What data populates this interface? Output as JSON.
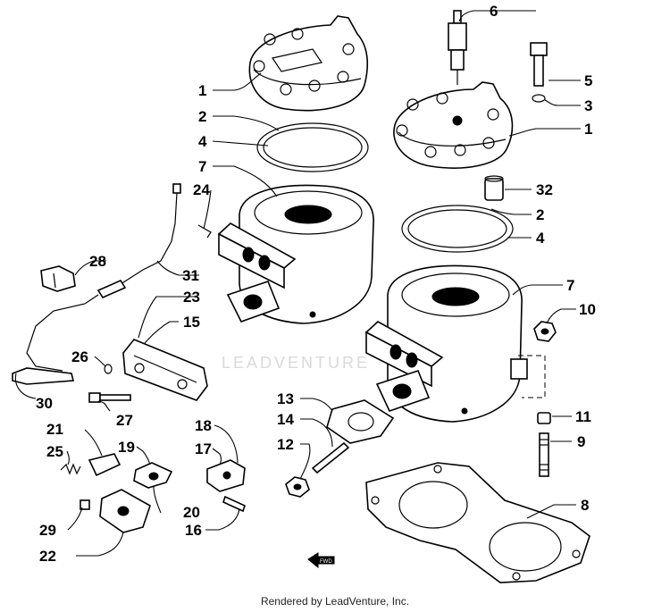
{
  "watermark": "LEADVENTURE",
  "footer": "Rendered by LeadVenture, Inc.",
  "fwd_label": "FWD",
  "callouts": {
    "c1a": "1",
    "c1b": "1",
    "c2a": "2",
    "c2b": "2",
    "c3": "3",
    "c4a": "4",
    "c4b": "4",
    "c5": "5",
    "c6": "6",
    "c7a": "7",
    "c7b": "7",
    "c8": "8",
    "c9": "9",
    "c10": "10",
    "c11": "11",
    "c12": "12",
    "c13": "13",
    "c14": "14",
    "c15": "15",
    "c16": "16",
    "c17": "17",
    "c18": "18",
    "c19": "19",
    "c20": "20",
    "c21": "21",
    "c22": "22",
    "c23": "23",
    "c24": "24",
    "c25": "25",
    "c26": "26",
    "c27": "27",
    "c28": "28",
    "c29": "29",
    "c30": "30",
    "c31": "31",
    "c32": "32"
  }
}
